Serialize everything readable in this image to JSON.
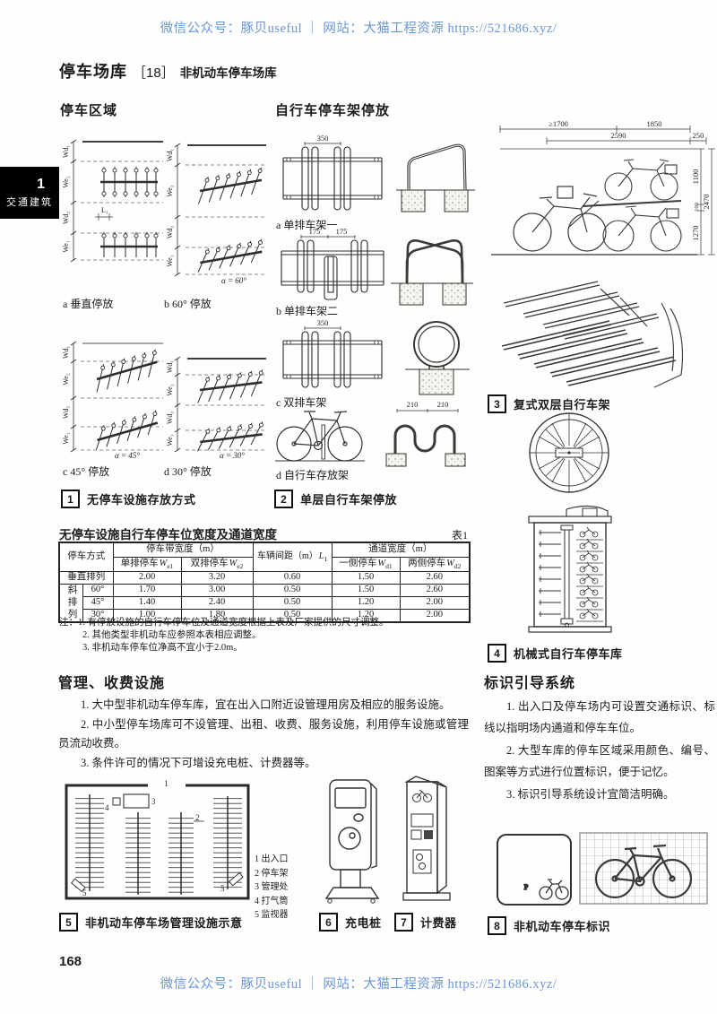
{
  "watermarks": {
    "top": "微信公众号：豚贝useful ｜ 网站：大猫工程资源 https://521686.xyz/",
    "bottom": "微信公众号：豚贝useful ｜ 网站：大猫工程资源 https://521686.xyz/"
  },
  "page": {
    "title_main": "停车场库",
    "title_bracket": "［18］",
    "title_sub": "非机动车停车场库",
    "tab_number": "1",
    "tab_label": "交通建筑",
    "number": "168"
  },
  "parking_area": {
    "heading": "停车区域",
    "w_labels": [
      "Wd₁",
      "We₂",
      "Wd₂",
      "We₁"
    ],
    "l_label": "L₁",
    "alpha_60": "α = 60°",
    "alpha_45": "α = 45°",
    "alpha_30": "α = 30°",
    "fig_a": "a 垂直停放",
    "fig_b": "b 60° 停放",
    "fig_c": "c 45° 停放",
    "fig_d": "d 30° 停放",
    "caption_num": "1",
    "caption": "无停车设施存放方式"
  },
  "bike_racks": {
    "heading": "自行车停车架停放",
    "fig_a": "a 单排车架一",
    "fig_b": "b 单排车架二",
    "fig_c": "c 双排车架",
    "fig_d": "d 自行车存放架",
    "dim_350": "350",
    "dim_175": "175",
    "dim_210": "210",
    "caption_num": "2",
    "caption": "单层自行车架停放"
  },
  "double_deck": {
    "dims_top": [
      "≥1700",
      "1850",
      "2590",
      "250"
    ],
    "dims_right": [
      "1100",
      "100",
      "1270",
      "2470"
    ],
    "caption_num": "3",
    "caption": "复式双层自行车架"
  },
  "mechanical": {
    "caption_num": "4",
    "caption": "机械式自行车停车库"
  },
  "table": {
    "title": "无停车设施自行车停车位宽度及通道宽度",
    "tag": "表1",
    "h_mode": "停车方式",
    "h_band": "停车带宽度（m）",
    "h_spacing_label": "车辆间距（m）",
    "h_spacing_sym": "L",
    "h_spacing_sub": "1",
    "h_aisle": "通道宽度（m）",
    "h_single": "单排停车",
    "h_single_sym": "W",
    "h_single_sub": "e1",
    "h_double": "双排停车",
    "h_double_sym": "W",
    "h_double_sub": "e2",
    "h_one": "一侧停车",
    "h_one_sym": "W",
    "h_one_sub": "d1",
    "h_two": "两侧停车",
    "h_two_sym": "W",
    "h_two_sub": "d2",
    "row_vertical_label": "垂直排列",
    "row_skew_label": "斜排列",
    "rows": [
      {
        "angle": "",
        "v": [
          "2.00",
          "3.20",
          "0.60",
          "1.50",
          "2.60"
        ]
      },
      {
        "angle": "60°",
        "v": [
          "1.70",
          "3.00",
          "0.50",
          "1.50",
          "2.60"
        ]
      },
      {
        "angle": "45°",
        "v": [
          "1.40",
          "2.40",
          "0.50",
          "1.20",
          "2.00"
        ]
      },
      {
        "angle": "30°",
        "v": [
          "1.00",
          "1.80",
          "0.50",
          "1.20",
          "2.00"
        ]
      }
    ],
    "notes": [
      "注：1. 有停放设施的自行车停车位及通道宽度根据上表及厂家提供的尺寸调整。",
      "2. 其他类型非机动车应参照本表相应调整。",
      "3. 非机动车停车位净高不宜小于2.0m。"
    ]
  },
  "management": {
    "heading": "管理、收费设施",
    "items": [
      "1. 大中型非机动车停车库，宜在出入口附近设管理用房及相应的服务设施。",
      "2. 中小型停车场库可不设管理、出租、收费、服务设施，利用停车设施或管理员流动收费。",
      "3. 条件许可的情况下可增设充电桩、计费器等。"
    ]
  },
  "signage": {
    "heading": "标识引导系统",
    "items": [
      "1. 出入口及停车场内可设置交通标识、标线以指明场内通道和停车车位。",
      "2. 大型车库的停车区域采用颜色、编号、图案等方式进行位置标识，便于记忆。",
      "3. 标识引导系统设计宜简洁明确。"
    ]
  },
  "plan5": {
    "caption_num": "5",
    "caption": "非机动车停车场管理设施示意",
    "markers": [
      "1",
      "2",
      "3",
      "4",
      "5"
    ],
    "legend": [
      "1 出入口",
      "2 停车架",
      "3 管理处",
      "4 打气筒",
      "5 监视器"
    ]
  },
  "charger": {
    "caption_num": "6",
    "caption": "充电桩"
  },
  "meter": {
    "caption_num": "7",
    "caption": "计费器"
  },
  "sign8": {
    "caption_num": "8",
    "caption": "非机动车停车标识",
    "p_letter": "P"
  }
}
